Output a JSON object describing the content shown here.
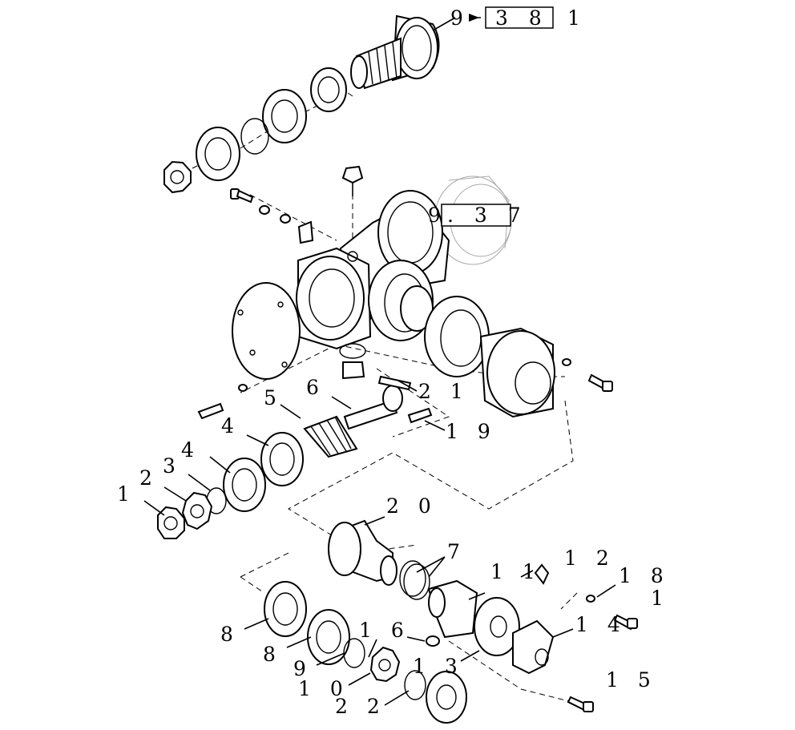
{
  "references": {
    "top": {
      "prefix": "9",
      "box": "3 8",
      "suffix": "1"
    },
    "housing": {
      "prefix": "9",
      "box": ". 3 7"
    }
  },
  "callouts": [
    {
      "id": "c1a",
      "text": "1"
    },
    {
      "id": "c2",
      "text": "2"
    },
    {
      "id": "c3",
      "text": "3"
    },
    {
      "id": "c4a",
      "text": "4"
    },
    {
      "id": "c4b",
      "text": "4"
    },
    {
      "id": "c5",
      "text": "5"
    },
    {
      "id": "c6",
      "text": "6"
    },
    {
      "id": "c7",
      "text": "7"
    },
    {
      "id": "c8a",
      "text": "8"
    },
    {
      "id": "c8b",
      "text": "8"
    },
    {
      "id": "c9",
      "text": "9"
    },
    {
      "id": "c10",
      "text": "1 0"
    },
    {
      "id": "c11",
      "text": "1 1"
    },
    {
      "id": "c12",
      "text": "1 2"
    },
    {
      "id": "c13",
      "text": "1 3"
    },
    {
      "id": "c14",
      "text": "1 4"
    },
    {
      "id": "c15",
      "text": "1 5"
    },
    {
      "id": "c16",
      "text": "1 6"
    },
    {
      "id": "c17",
      "text": "1"
    },
    {
      "id": "c18",
      "text": "1 8"
    },
    {
      "id": "c19",
      "text": "1 9"
    },
    {
      "id": "c20",
      "text": "2 0"
    },
    {
      "id": "c21",
      "text": "2 1"
    },
    {
      "id": "c22",
      "text": "2 2"
    }
  ]
}
